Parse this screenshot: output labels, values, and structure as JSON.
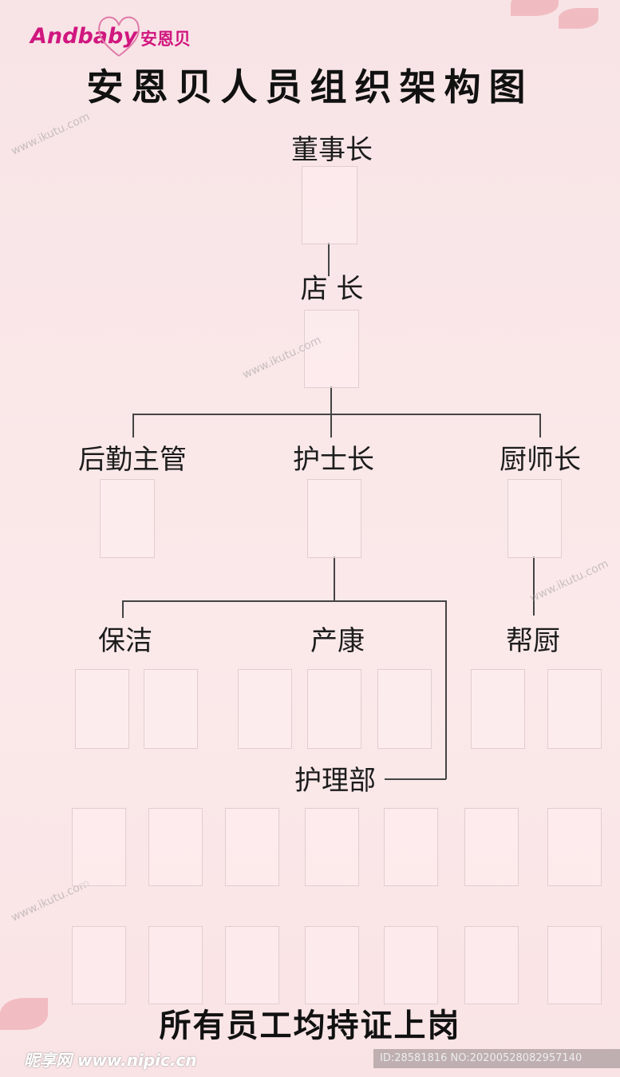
{
  "logo": {
    "brand": "Andbaby",
    "brand_cn": "安恩贝"
  },
  "title": "安恩贝人员组织架构图",
  "nodes": {
    "chairman": "董事长",
    "store_manager": "店 长",
    "logistics_manager": "后勤主管",
    "head_nurse": "护士长",
    "head_chef": "厨师长",
    "cleaning": "保洁",
    "postpartum": "产康",
    "kitchen_helper": "帮厨",
    "nursing_dept": "护理部"
  },
  "footer": "所有员工均持证上岗",
  "watermarks": {
    "site": "www.ikutu.com",
    "nipic": "昵享网 www.nipic.cn",
    "id": "ID:28581816 NO:20200528082957140"
  },
  "colors": {
    "logo": "#d0177f",
    "background": "#f8e4e6",
    "line": "#444444"
  }
}
